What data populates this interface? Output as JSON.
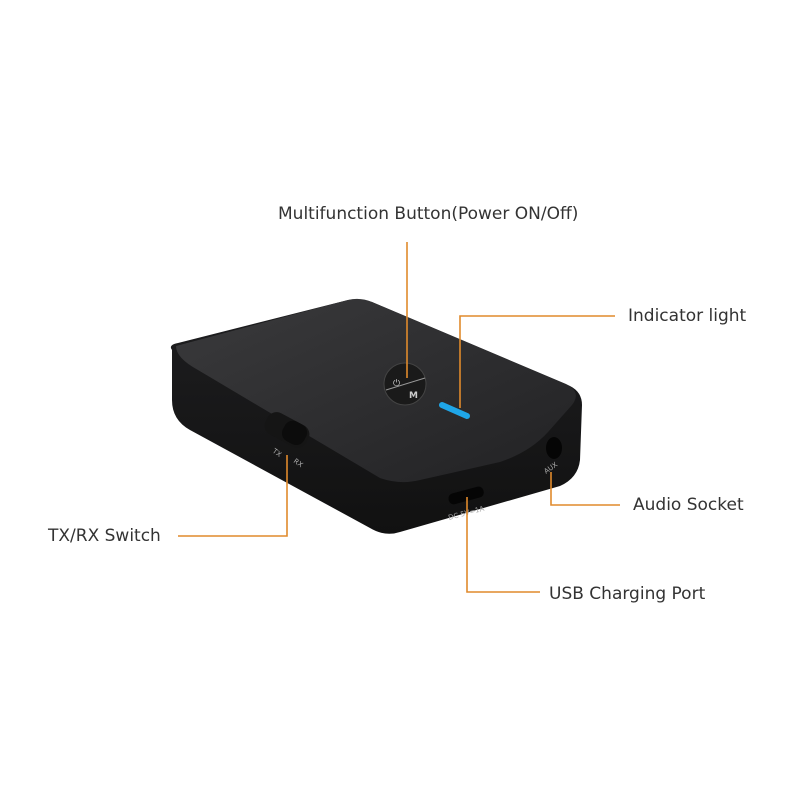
{
  "labels": {
    "multifunction": "Multifunction Button(Power ON/Off)",
    "indicator": "Indicator light",
    "audio": "Audio Socket",
    "txrx": "TX/RX Switch",
    "usb": "USB Charging Port"
  },
  "device_markings": {
    "tx": "TX",
    "rx": "RX",
    "dc": "DC 5V=1A",
    "aux": "AUX"
  },
  "colors": {
    "leader_line": "#e08a2c",
    "indicator_led": "#1fa6e8",
    "device_body": "#2a2a2c"
  }
}
